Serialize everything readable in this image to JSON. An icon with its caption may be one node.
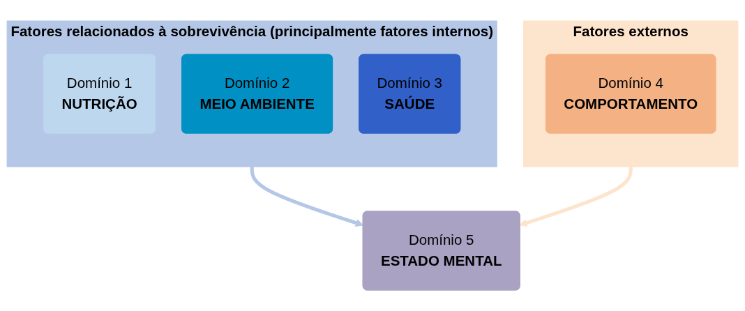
{
  "diagram": {
    "nodes": [
      {
        "text": [
          "Fatores relacionados à sobrevivência (principalmente fatores internos)"
        ]
      },
      {
        "text": [
          "Domínio 1",
          "NUTRIÇÃO"
        ],
        "in": 0
      },
      {
        "text": [
          "Domínio 2",
          "MEIO AMBIENTE"
        ],
        "in": 0
      },
      {
        "text": [
          "Domínio 3",
          "SAÚDE"
        ],
        "in": 0
      },
      {
        "text": [
          "Fatores externos"
        ]
      },
      {
        "text": [
          "Domínio 4",
          "COMPORTAMENTO"
        ],
        "in": 4
      },
      {
        "text": [
          "Domínio 5",
          "ESTADO MENTAL"
        ]
      }
    ],
    "edges": [
      {
        "from": 0,
        "to": 6,
        "arrow": "to",
        "color": "#b4c7e7"
      },
      {
        "from": 4,
        "to": 6,
        "arrow": "to",
        "color": "#fde4cc"
      }
    ]
  }
}
